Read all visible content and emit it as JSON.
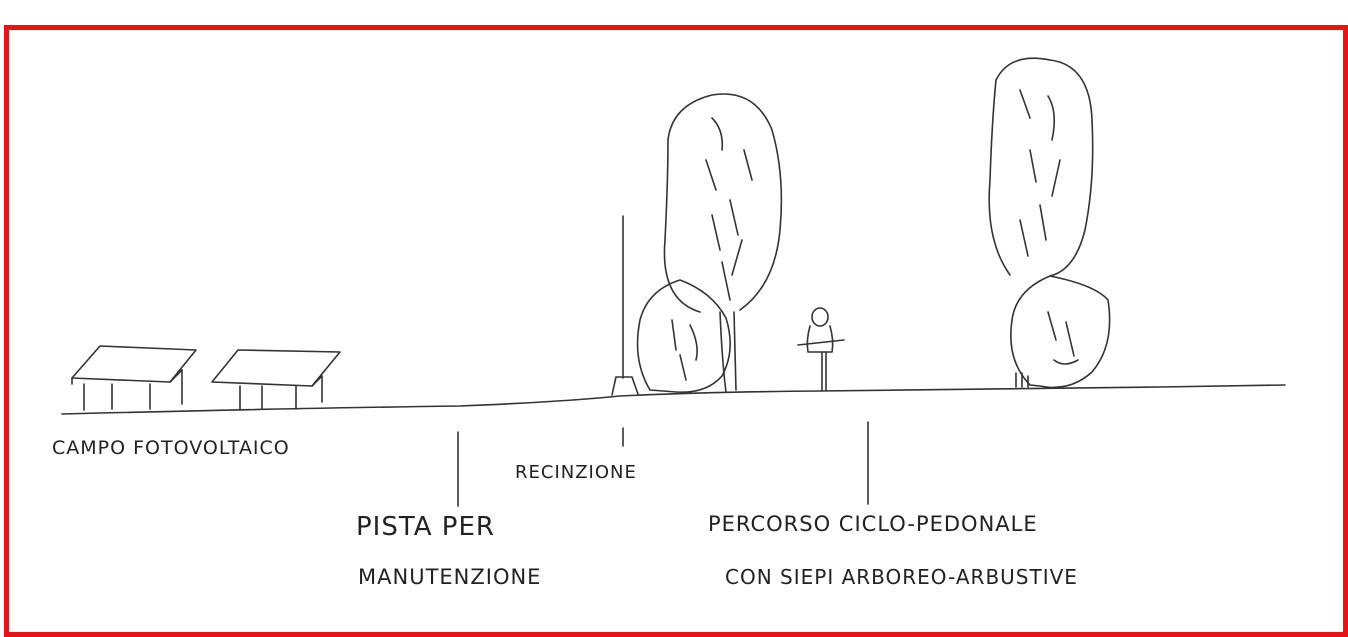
{
  "frame_color": "#e61414",
  "ink_color": "#333333",
  "labels": {
    "campo": "CAMPO FOTOVOLTAICO",
    "pista_line1": "PISTA PER",
    "pista_line2": "MANUTENZIONE",
    "recinzione": "RECINZIONE",
    "percorso_line1": "PERCORSO CICLO-PEDONALE",
    "percorso_line2": "CON SIEPI ARBOREO-ARBUSTIVE"
  }
}
